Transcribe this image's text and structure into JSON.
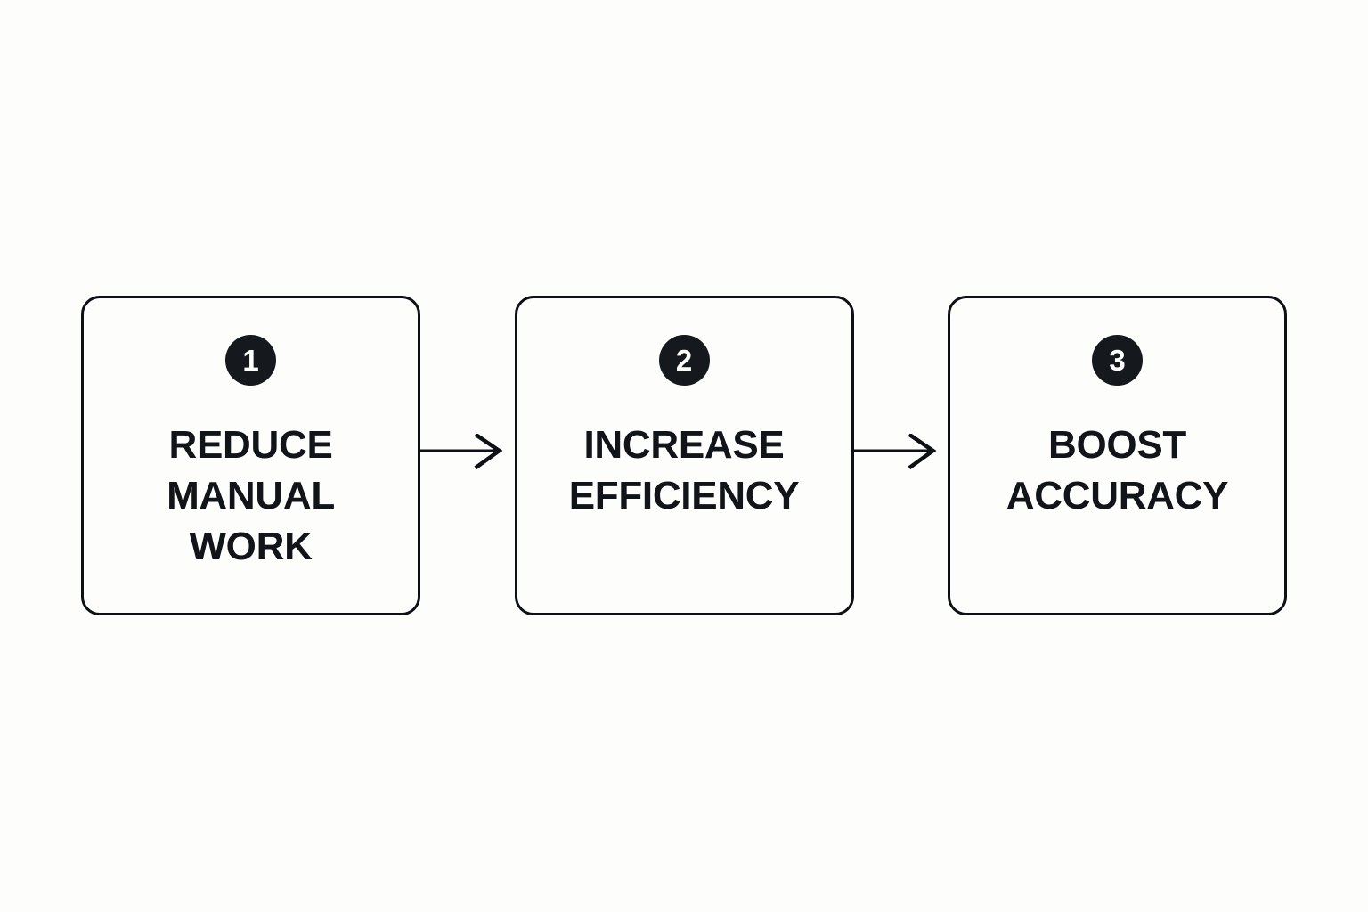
{
  "diagram": {
    "title": "Three step process flow",
    "type": "horizontal-process-flow",
    "background_color": "#fdfdfc",
    "accent_color": "#15181c",
    "text_color": "#111418",
    "steps": [
      {
        "number": "1",
        "label": "REDUCE\nMANUAL\nWORK",
        "label_lines": [
          "REDUCE",
          "MANUAL",
          "WORK"
        ]
      },
      {
        "number": "2",
        "label": "INCREASE\nEFFICIENCY",
        "label_lines": [
          "INCREASE",
          "EFFICIENCY"
        ]
      },
      {
        "number": "3",
        "label": "BOOST\nACCURACY",
        "label_lines": [
          "BOOST",
          "ACCURACY"
        ]
      }
    ],
    "connectors": [
      {
        "icon": "arrow-right-icon",
        "from": "1",
        "to": "2"
      },
      {
        "icon": "arrow-right-icon",
        "from": "2",
        "to": "3"
      }
    ]
  }
}
